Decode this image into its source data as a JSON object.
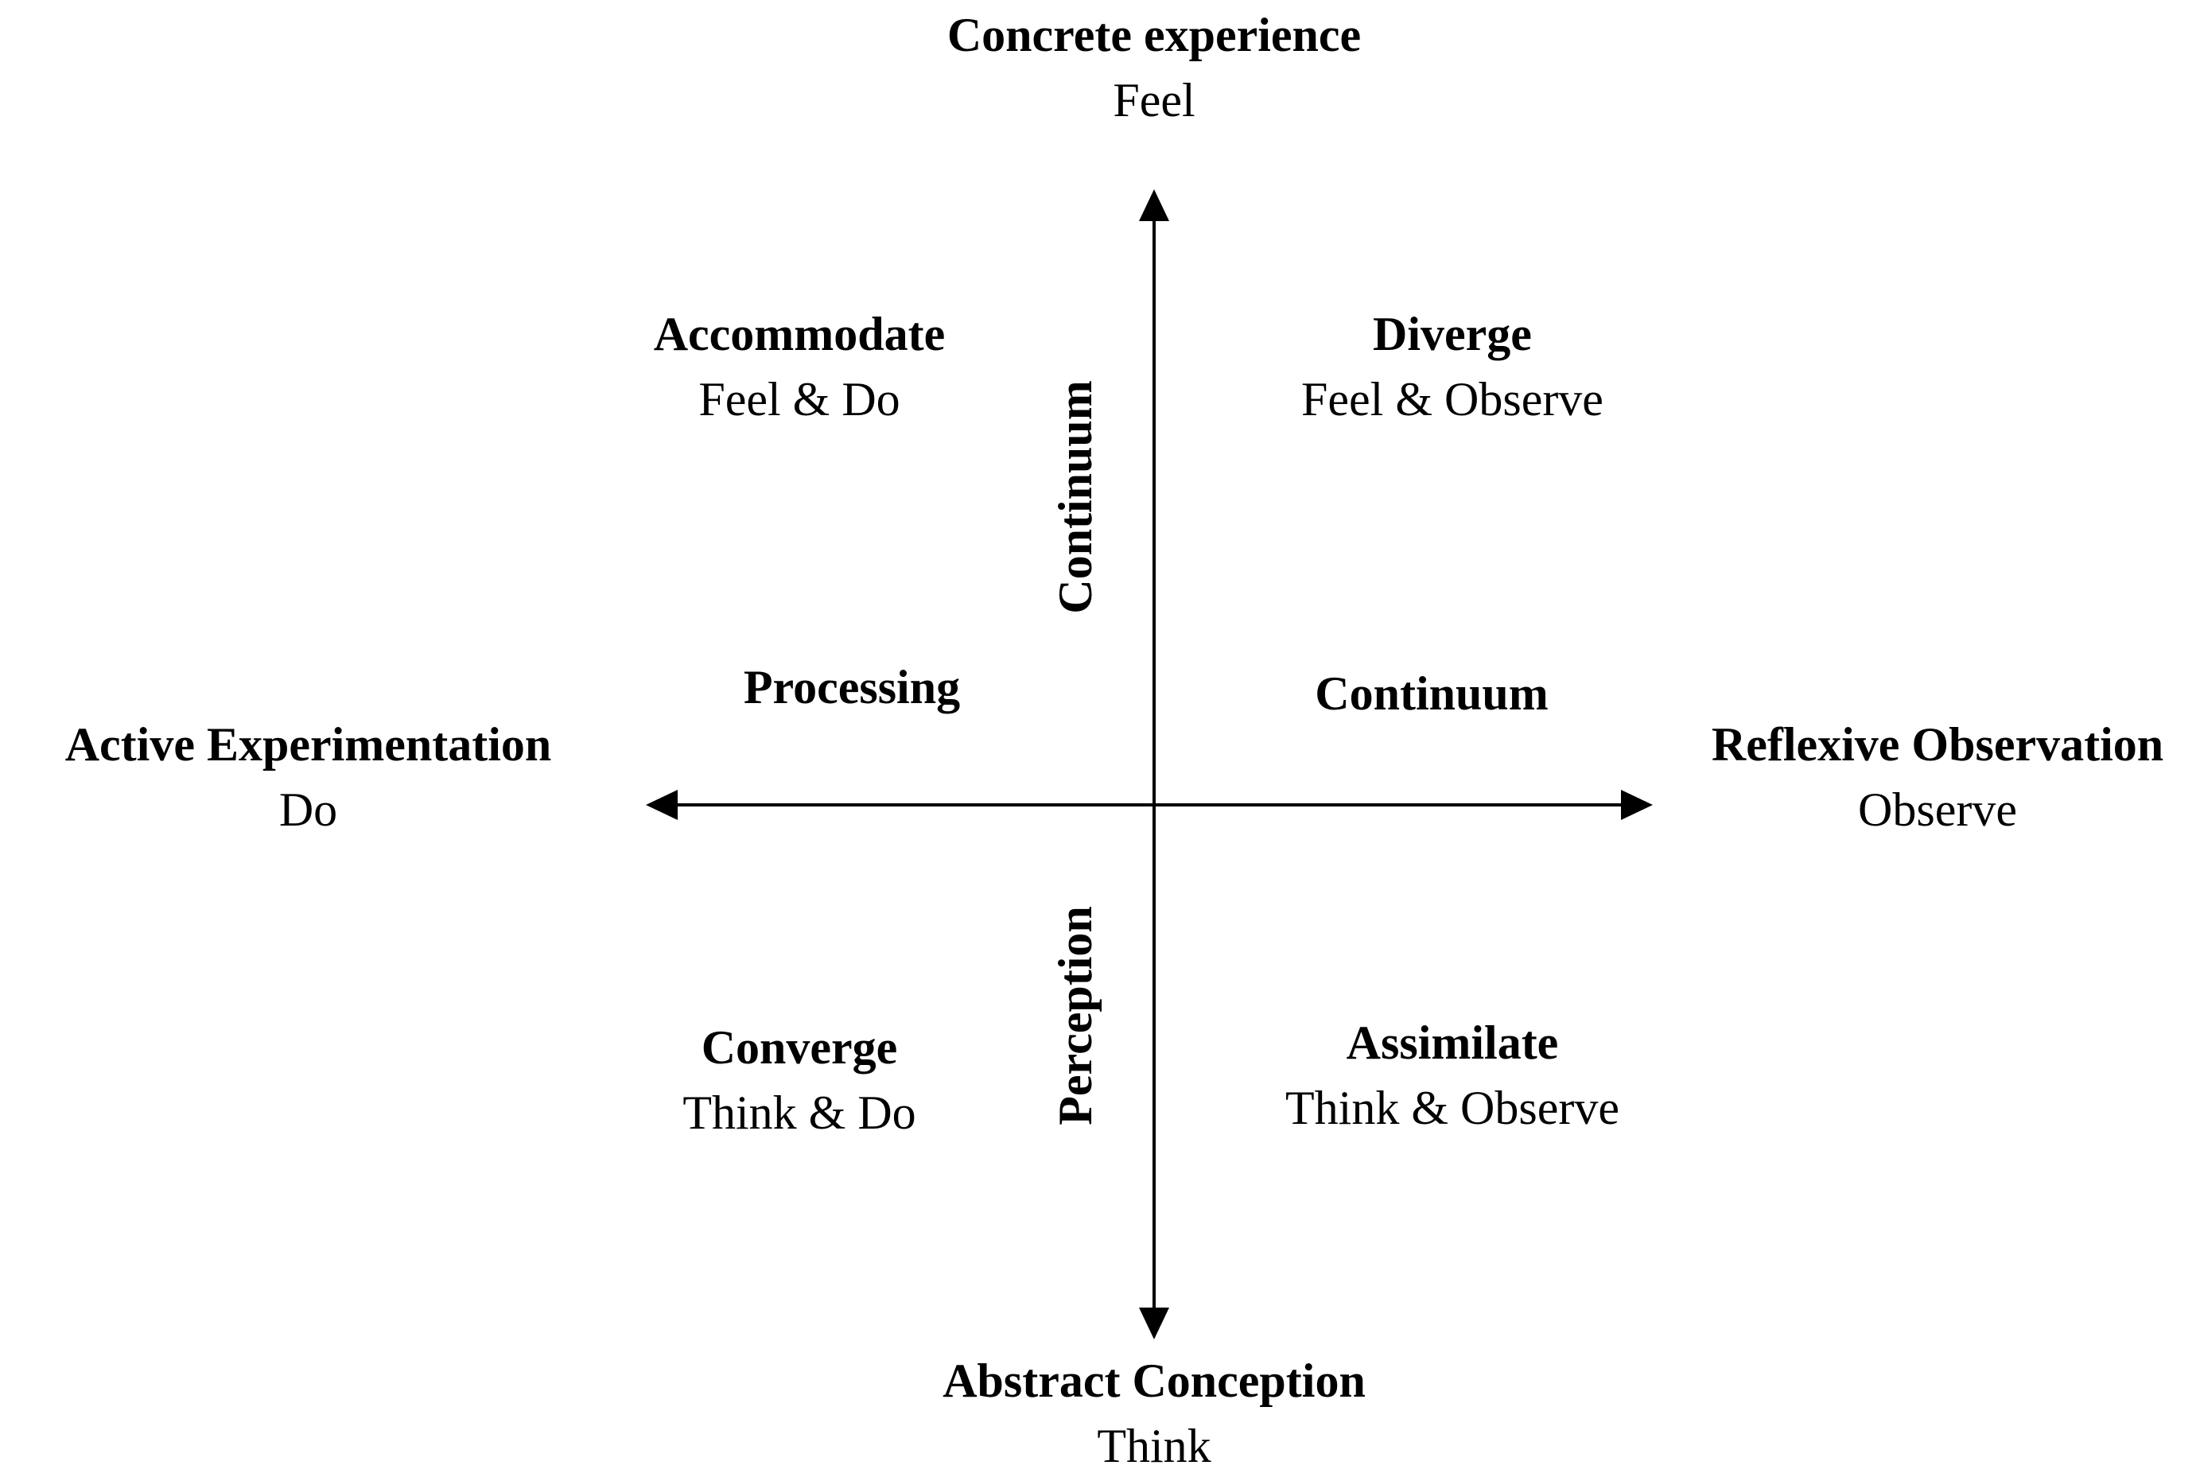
{
  "colors": {
    "background": "#ffffff",
    "ink": "#000000"
  },
  "poles": {
    "top": {
      "title": "Concrete experience",
      "subtitle": "Feel"
    },
    "bottom": {
      "title": "Abstract Conception",
      "subtitle": "Think"
    },
    "left": {
      "title": "Active Experimentation",
      "subtitle": "Do"
    },
    "right": {
      "title": "Reflexive Observation",
      "subtitle": "Observe"
    }
  },
  "quadrants": {
    "top_left": {
      "title": "Accommodate",
      "subtitle": "Feel & Do"
    },
    "top_right": {
      "title": "Diverge",
      "subtitle": "Feel & Observe"
    },
    "bottom_left": {
      "title": "Converge",
      "subtitle": "Think & Do"
    },
    "bottom_right": {
      "title": "Assimilate",
      "subtitle": "Think & Observe"
    }
  },
  "axis_labels": {
    "processing": "Processing",
    "processing_continuum": "Continuum",
    "perception_continuum": "Continuum",
    "perception": "Perception"
  }
}
